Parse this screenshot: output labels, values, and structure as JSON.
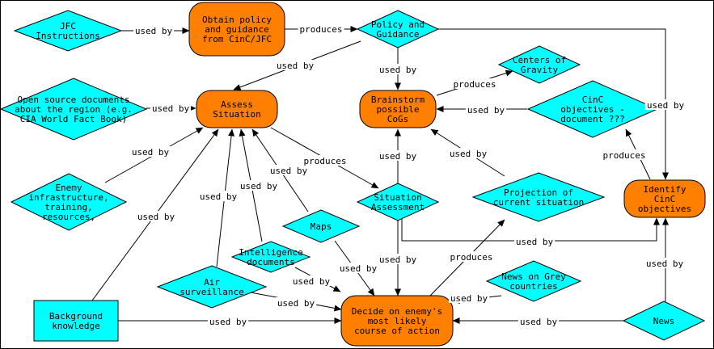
{
  "diagram": {
    "colors": {
      "process_fill": "#FF7F00",
      "info_fill": "#00FFFF",
      "stroke": "#000000",
      "background": "#FFFFFF"
    },
    "nodes": [
      {
        "id": "jfc",
        "shape": "diamond",
        "lines": [
          "JFC",
          "Instructions"
        ]
      },
      {
        "id": "obtain",
        "shape": "process",
        "lines": [
          "Obtain policy",
          "and guidance",
          "from CinC/JFC"
        ]
      },
      {
        "id": "policy",
        "shape": "diamond",
        "lines": [
          "Policy and",
          "Guidance"
        ]
      },
      {
        "id": "cog_centers",
        "shape": "diamond",
        "lines": [
          "Centers of",
          "Gravity"
        ]
      },
      {
        "id": "opensource",
        "shape": "diamond",
        "lines": [
          "Open source documents",
          "about the region (e.g.",
          "CIA World Fact Book)"
        ]
      },
      {
        "id": "assess",
        "shape": "process",
        "lines": [
          "Assess",
          "Situation"
        ]
      },
      {
        "id": "brainstorm",
        "shape": "process",
        "lines": [
          "Brainstorm",
          "possible",
          "CoGs"
        ]
      },
      {
        "id": "cincobj_doc",
        "shape": "diamond",
        "lines": [
          "CinC",
          "objectives -",
          "document ???"
        ]
      },
      {
        "id": "enemy",
        "shape": "diamond",
        "lines": [
          "Enemy",
          "infrastructure,",
          "training,",
          "resources,"
        ]
      },
      {
        "id": "sitassess",
        "shape": "diamond",
        "lines": [
          "Situation",
          "Assessment"
        ]
      },
      {
        "id": "projection",
        "shape": "diamond",
        "lines": [
          "Projection of",
          "current situation"
        ]
      },
      {
        "id": "identify",
        "shape": "process",
        "lines": [
          "Identify",
          "CinC",
          "objectives"
        ]
      },
      {
        "id": "maps",
        "shape": "diamond",
        "lines": [
          "Maps"
        ]
      },
      {
        "id": "intel",
        "shape": "diamond",
        "lines": [
          "Intelligence",
          "documents"
        ]
      },
      {
        "id": "air",
        "shape": "diamond",
        "lines": [
          "Air",
          "surveillance"
        ]
      },
      {
        "id": "newsgrey",
        "shape": "diamond",
        "lines": [
          "News on Grey",
          "countries"
        ]
      },
      {
        "id": "background",
        "shape": "rect",
        "lines": [
          "Background",
          "knowledge"
        ]
      },
      {
        "id": "decide",
        "shape": "process",
        "lines": [
          "Decide on enemy's",
          "most likely",
          "course of action"
        ]
      },
      {
        "id": "news",
        "shape": "diamond",
        "lines": [
          "News"
        ]
      }
    ],
    "edges": [
      {
        "from": "jfc",
        "to": "obtain",
        "label": "used by"
      },
      {
        "from": "obtain",
        "to": "policy",
        "label": "produces"
      },
      {
        "from": "policy",
        "to": "assess",
        "label": "used by"
      },
      {
        "from": "policy",
        "to": "brainstorm",
        "label": "used by"
      },
      {
        "from": "policy",
        "to": "identify",
        "label": "used by"
      },
      {
        "from": "brainstorm",
        "to": "cog_centers",
        "label": "produces"
      },
      {
        "from": "cincobj_doc",
        "to": "brainstorm",
        "label": "used by"
      },
      {
        "from": "identify",
        "to": "cincobj_doc",
        "label": "produces"
      },
      {
        "from": "opensource",
        "to": "assess",
        "label": "used by"
      },
      {
        "from": "enemy",
        "to": "assess",
        "label": "used by"
      },
      {
        "from": "maps",
        "to": "assess",
        "label": "used by"
      },
      {
        "from": "intel",
        "to": "assess",
        "label": "used by"
      },
      {
        "from": "air",
        "to": "assess",
        "label": "used by"
      },
      {
        "from": "background",
        "to": "assess",
        "label": "used by"
      },
      {
        "from": "assess",
        "to": "sitassess",
        "label": "produces"
      },
      {
        "from": "sitassess",
        "to": "brainstorm",
        "label": "used by"
      },
      {
        "from": "projection",
        "to": "brainstorm",
        "label": "used by"
      },
      {
        "from": "sitassess",
        "to": "identify",
        "label": "used by"
      },
      {
        "from": "sitassess",
        "to": "decide",
        "label": "used by"
      },
      {
        "from": "maps",
        "to": "decide",
        "label": "used by"
      },
      {
        "from": "intel",
        "to": "decide",
        "label": "used by"
      },
      {
        "from": "air",
        "to": "decide",
        "label": "used by"
      },
      {
        "from": "background",
        "to": "decide",
        "label": "used by"
      },
      {
        "from": "newsgrey",
        "to": "decide",
        "label": "used by"
      },
      {
        "from": "news",
        "to": "decide",
        "label": "used by"
      },
      {
        "from": "news",
        "to": "identify",
        "label": "used by"
      },
      {
        "from": "decide",
        "to": "projection",
        "label": "produces"
      }
    ]
  }
}
